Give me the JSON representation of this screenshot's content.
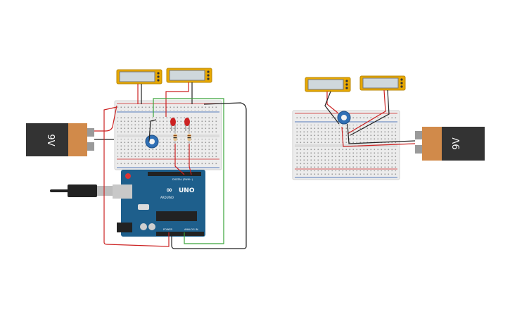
{
  "circuit_left": {
    "battery": {
      "label": "9V",
      "voltage": 9
    },
    "arduino": {
      "logo_text": "UNO",
      "brand_text": "ARDUINO",
      "header_labels": [
        "DIGITAL (PWM~)",
        "POWER",
        "ANALOG IN"
      ]
    },
    "multimeters": 2,
    "leds": 2,
    "resistors": 2,
    "potentiometers": 1
  },
  "circuit_right": {
    "battery": {
      "label": "9V",
      "voltage": 9
    },
    "multimeters": 2,
    "potentiometers": 1
  },
  "colors": {
    "battery_body": "#333333",
    "battery_cap": "#d18a4a",
    "multimeter_frame": "#e8a800",
    "arduino_board": "#1e5f8c",
    "breadboard": "#ececec",
    "wire_red": "#cc2222",
    "wire_black": "#222222",
    "wire_green": "#3aa53a",
    "pot_knob": "#2f6fb5",
    "led_red": "#cc2222"
  }
}
